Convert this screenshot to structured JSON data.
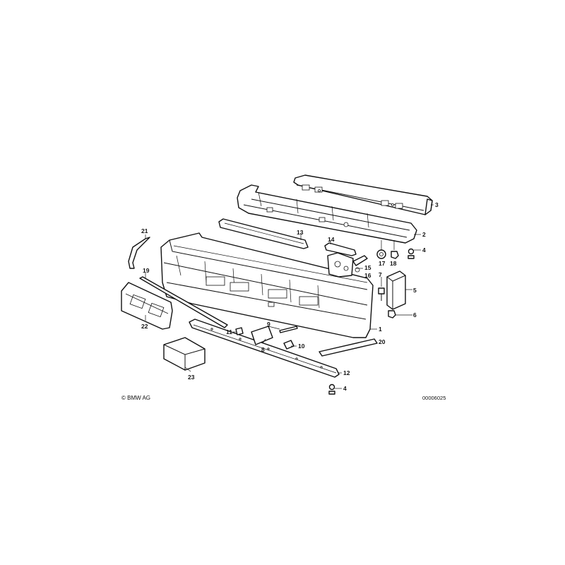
{
  "callouts": {
    "c1": "1",
    "c2": "2",
    "c3": "3",
    "c4a": "4",
    "c4b": "4",
    "c5": "5",
    "c6": "6",
    "c7": "7",
    "c8": "8",
    "c9": "9",
    "c10": "10",
    "c11": "11",
    "c12": "12",
    "c13": "13",
    "c14": "14",
    "c15": "15",
    "c16": "16",
    "c17": "17",
    "c18": "18",
    "c19": "19",
    "c20": "20",
    "c21": "21",
    "c22": "22",
    "c23": "23"
  },
  "copyright": "© BMW AG",
  "doc_number": "00006025"
}
